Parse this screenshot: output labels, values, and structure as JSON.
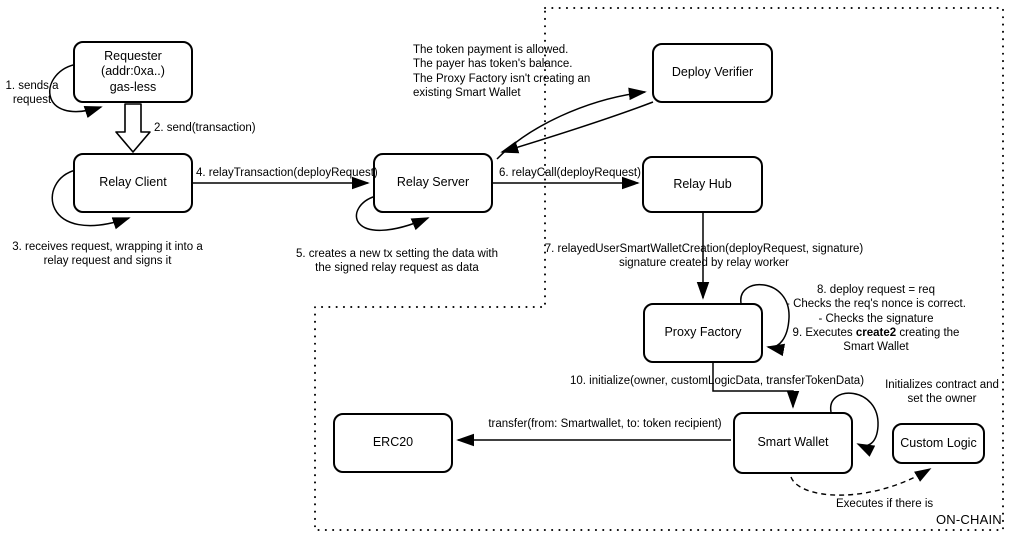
{
  "nodes": {
    "requester_line1": "Requester",
    "requester_line2": "(addr:0xa..)",
    "requester_line3": "gas-less",
    "relay_client": "Relay Client",
    "relay_server": "Relay Server",
    "deploy_verifier": "Deploy Verifier",
    "relay_hub": "Relay Hub",
    "proxy_factory": "Proxy Factory",
    "smart_wallet": "Smart Wallet",
    "custom_logic": "Custom Logic",
    "erc20": "ERC20"
  },
  "steps": {
    "s1": "1. sends a request",
    "s2": "2. send(transaction)",
    "s3": "3. receives request, wrapping it into a relay request and signs it",
    "s4": "4. relayTransaction(deployRequest)",
    "s5": "5. creates a new tx setting the data with the signed relay request as data",
    "s6": "6. relayCall(deployRequest)",
    "s7_line1": "7. relayedUserSmartWalletCreation(deployRequest, signature)",
    "s7_line2": "signature created by relay worker",
    "s8_line1": "8. deploy request = req",
    "s8_line2": "- Checks the req's nonce is correct.",
    "s8_line3": "- Checks the signature",
    "s9_pre": "9. Executes ",
    "s9_bold": "create2",
    "s9_post": " creating the",
    "s9_line2": "Smart Wallet",
    "s10": "10. initialize(owner, customLogicData, transferTokenData)",
    "transfer": "transfer(from: Smartwallet, to: token recipient)"
  },
  "notes": {
    "verifier_check_1": "The token payment is allowed.",
    "verifier_check_2": "The payer has token's balance.",
    "verifier_check_3": "The Proxy Factory isn't creating an",
    "verifier_check_4": "existing Smart Wallet",
    "init_line1": "Initializes contract and",
    "init_line2": "set the owner",
    "executes": "Executes if there is"
  },
  "region": {
    "onchain": "ON-CHAIN"
  },
  "colors": {
    "stroke": "#000000",
    "background": "#ffffff"
  }
}
